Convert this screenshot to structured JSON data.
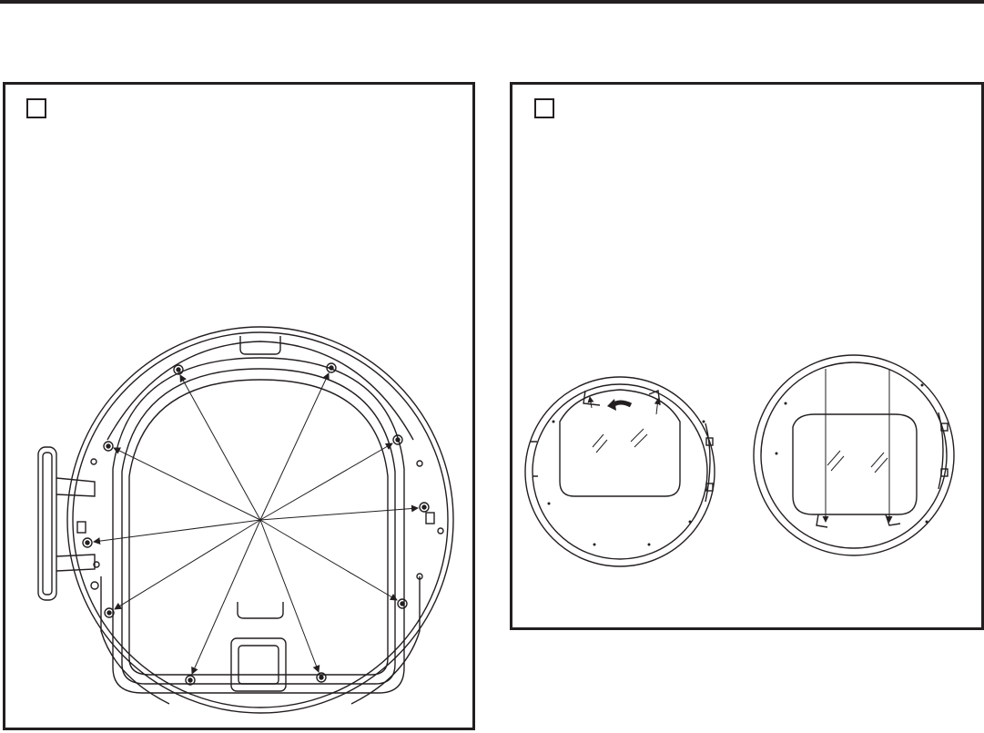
{
  "document": {
    "panels": [
      {
        "id": "left",
        "step_marker": "",
        "illustration": "door-inner-frame-screw-locations"
      },
      {
        "id": "right",
        "step_marker": "",
        "illustration": "door-glass-removal"
      }
    ]
  }
}
